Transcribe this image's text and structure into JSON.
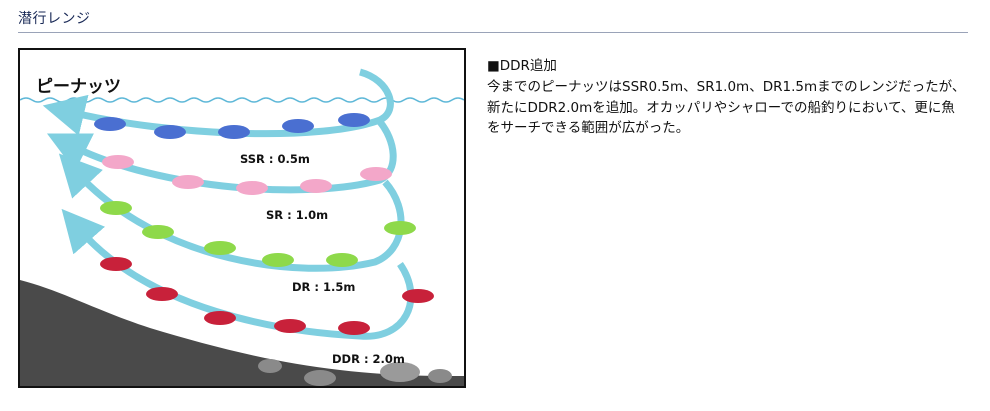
{
  "section": {
    "title": "潜行レンジ"
  },
  "figure": {
    "product_name": "ピーナッツ",
    "ranges": [
      {
        "label": "SSR : 0.5m",
        "color": "#4a6fd1"
      },
      {
        "label": "SR : 1.0m",
        "color": "#f3a7c9"
      },
      {
        "label": "DR : 1.5m",
        "color": "#8ed94a"
      },
      {
        "label": "DDR : 2.0m",
        "color": "#c8213a"
      }
    ],
    "colors": {
      "water_arrow": "#7fcfe0",
      "water_line": "#5fb8d8",
      "seabed": "#4a4a4a",
      "rocks": "#8a8a8a"
    }
  },
  "description": {
    "heading": "■DDR追加",
    "body": "今までのピーナッツはSSR0.5m、SR1.0m、DR1.5mまでのレンジだったが、新たにDDR2.0mを追加。オカッパリやシャローでの船釣りにおいて、更に魚をサーチできる範囲が広がった。"
  }
}
